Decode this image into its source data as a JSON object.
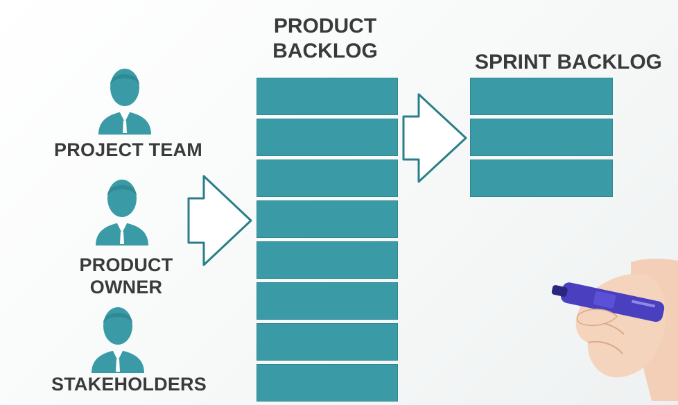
{
  "roles": {
    "project_team": "PROJECT TEAM",
    "product_owner": "PRODUCT OWNER",
    "stakeholders": "STAKEHOLDERS"
  },
  "product_backlog": {
    "title_line1": "PRODUCT",
    "title_line2": "BACKLOG",
    "item_count": 8
  },
  "sprint_backlog": {
    "title": "SPRINT BACKLOG",
    "item_count": 3
  },
  "colors": {
    "teal": "#3a9ba7",
    "arrow_stroke": "#2a7e8a",
    "text": "#3a3a3a"
  }
}
